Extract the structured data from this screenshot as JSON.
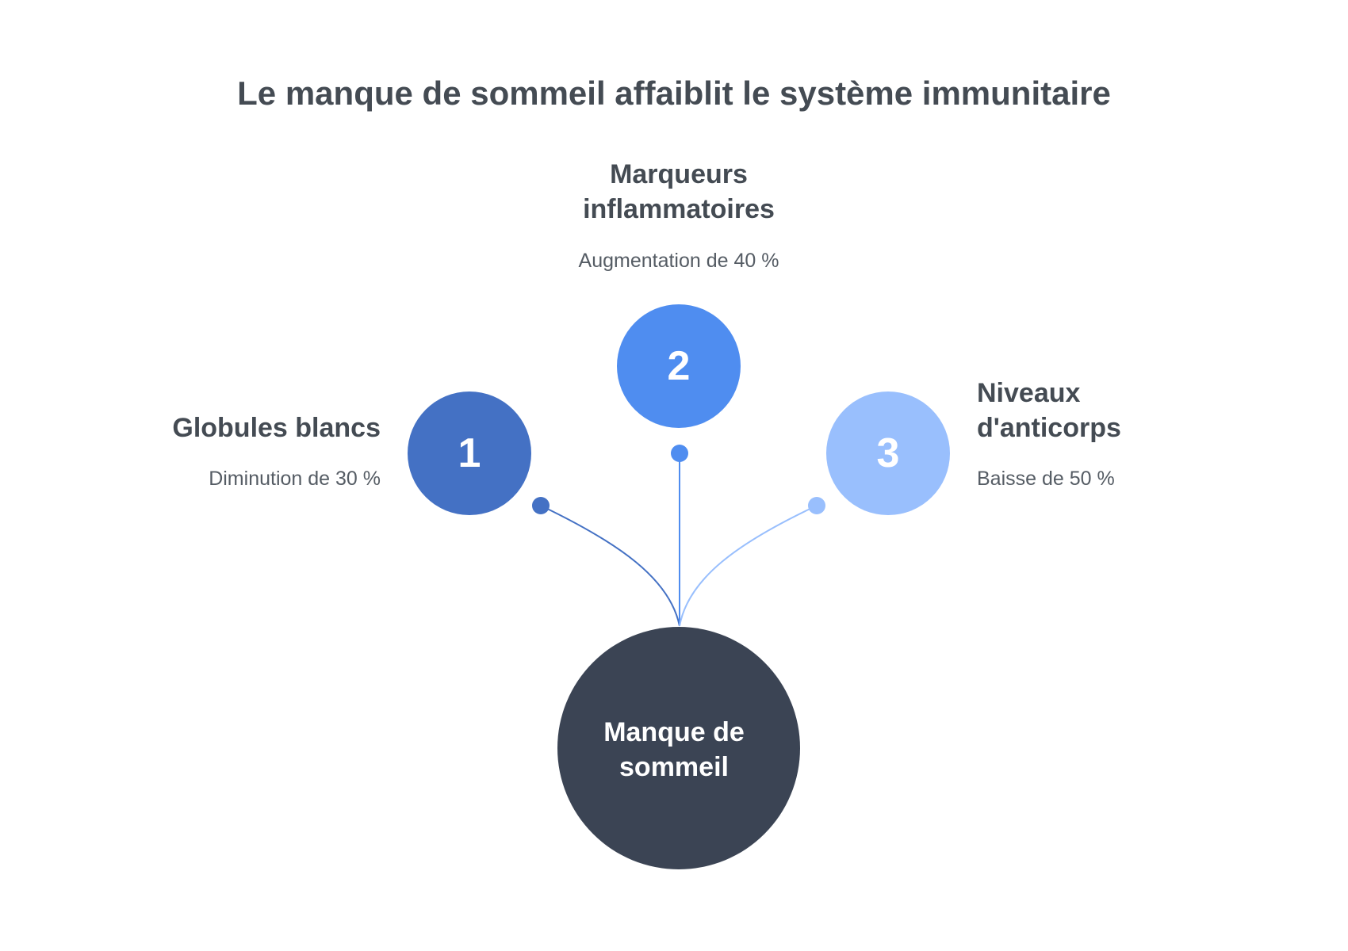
{
  "title": "Le manque de sommeil affaiblit le système immunitaire",
  "center": {
    "line1": "Manque de",
    "line2": "sommeil",
    "color": "#3b4454"
  },
  "items": [
    {
      "number": "1",
      "title": "Globules blancs",
      "description": "Diminution de 30 %",
      "color": "#4471c4"
    },
    {
      "number": "2",
      "title_line1": "Marqueurs",
      "title_line2": "inflammatoires",
      "description": "Augmentation de 40 %",
      "color": "#4f8df0"
    },
    {
      "number": "3",
      "title_line1": "Niveaux",
      "title_line2": "d'anticorps",
      "description": "Baisse de 50 %",
      "color": "#99bffd"
    }
  ]
}
